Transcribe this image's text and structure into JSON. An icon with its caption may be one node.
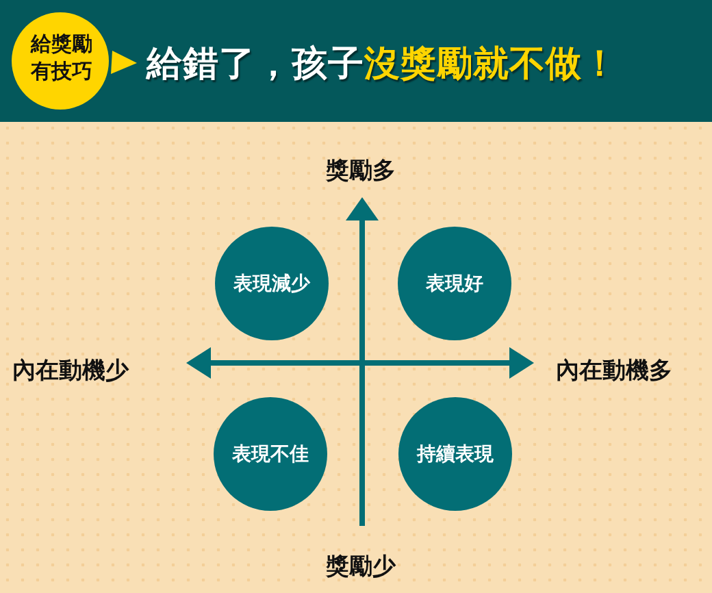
{
  "diagram": {
    "title": "給錯了，孩子沒獎勵就不做！",
    "nodes": [
      {
        "text": [
          "給獎勵有技巧"
        ]
      },
      {
        "text": [
          "表現減少"
        ]
      },
      {
        "text": [
          "表現好"
        ]
      },
      {
        "text": [
          "表現不佳"
        ]
      },
      {
        "text": [
          "持續表現"
        ]
      }
    ],
    "edges": [],
    "labels": [
      "獎勵多",
      "內在動機少",
      "內在動機多",
      "獎勵少"
    ]
  }
}
